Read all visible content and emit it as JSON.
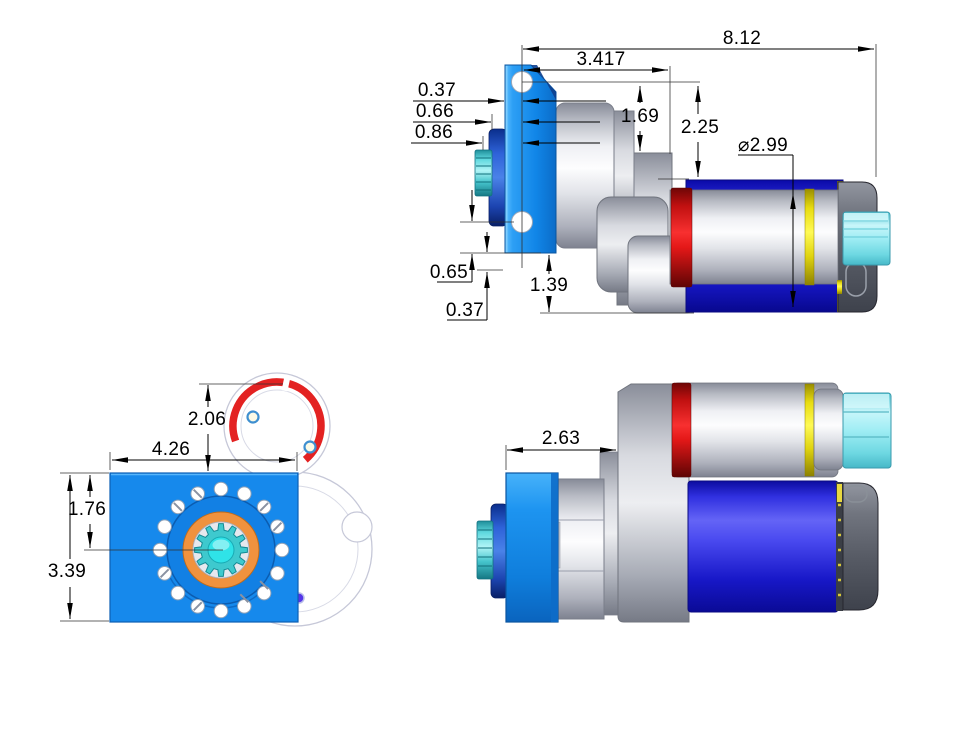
{
  "drawing": {
    "kind": "cad-dimensioned-three-view-drawing"
  },
  "views": {
    "side_upper": {
      "dims": {
        "overall_length": "8.12",
        "mount_to_face": "3.417",
        "hole_to_plate": "0.37",
        "hole_to_collar": "0.66",
        "hole_to_spline": "0.86",
        "axis_to_shoulder": "1.69",
        "axis_to_motor": "2.25",
        "motor_diameter": "⌀2.99",
        "hole_to_base": "0.65",
        "base_to_bottom": "1.39",
        "base_step": "0.37"
      }
    },
    "front": {
      "dims": {
        "flange_top_offset": "2.06",
        "plate_width": "4.26",
        "top_to_axis": "1.76",
        "plate_height": "3.39"
      }
    },
    "side_lower": {
      "dims": {
        "plate_to_housing": "2.63"
      }
    }
  },
  "colors": {
    "plate_blue": "#1689EC",
    "motor_blue": "#2222D8",
    "ring_red": "#E01818",
    "ring_yellow": "#F5E822",
    "spline_cyan": "#7FE2E8",
    "terminal_cyan": "#A5EEF5",
    "gear_teal": "#3EC9CE",
    "hub_orange": "#F0923E",
    "body_silver": "#D9DBE2",
    "endcap_gray": "#5A5E68",
    "outline_gray": "#C6C8D8",
    "accent_violet": "#5436E8",
    "dim_line": "#000000"
  }
}
